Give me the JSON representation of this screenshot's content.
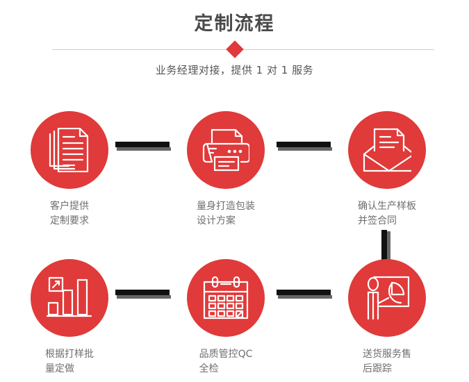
{
  "header": {
    "title": "定制流程",
    "subtitle": "业务经理对接，提供 1 对 1 服务",
    "divider_icon": "diamond-icon"
  },
  "theme": {
    "accent_red": "#E03A3A",
    "title_gray": "#4A4A4A",
    "label_gray": "#6E6E6E",
    "connector_black": "#111111",
    "connector_shadow": "#666666",
    "divider_line": "#CCCCCC",
    "background": "#FFFFFF"
  },
  "steps": [
    {
      "index": 1,
      "icon": "documents-stack-icon",
      "label": "客户提供\n定制要求"
    },
    {
      "index": 2,
      "icon": "printer-icon",
      "label": "量身打造包装\n设计方案"
    },
    {
      "index": 3,
      "icon": "envelope-document-icon",
      "label": "确认生产样板\n并签合同"
    },
    {
      "index": 4,
      "icon": "bar-chart-growth-icon",
      "label": "根据打样批\n量定做"
    },
    {
      "index": 5,
      "icon": "calendar-icon",
      "label": "品质管控QC\n全检"
    },
    {
      "index": 6,
      "icon": "presenter-pie-chart-icon",
      "label": "送货服务售\n后跟踪"
    }
  ],
  "connectors": [
    {
      "name": "connector-step1-step2",
      "orientation": "horizontal"
    },
    {
      "name": "connector-step2-step3",
      "orientation": "horizontal"
    },
    {
      "name": "connector-step3-step4",
      "orientation": "vertical"
    },
    {
      "name": "connector-step4-step5",
      "orientation": "horizontal"
    },
    {
      "name": "connector-step5-step6",
      "orientation": "horizontal"
    }
  ]
}
